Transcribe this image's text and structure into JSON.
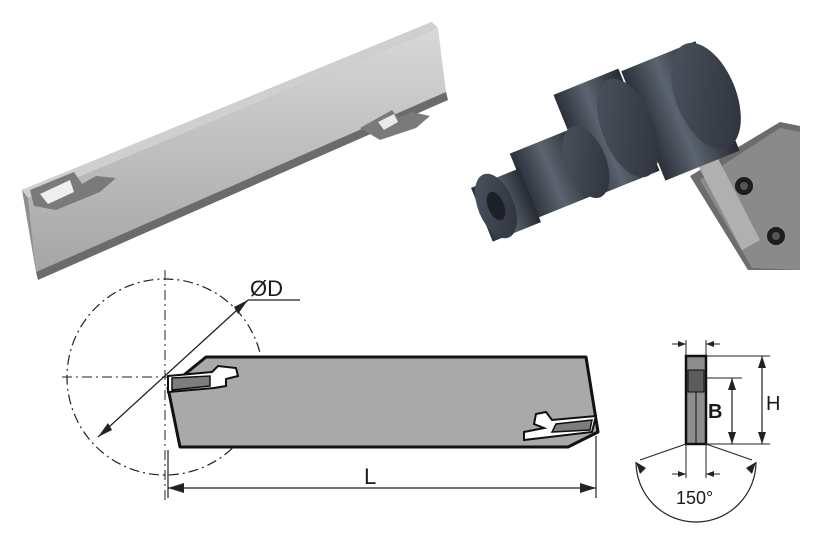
{
  "labels": {
    "diameter": "ØD",
    "length": "L",
    "width": "B",
    "height": "H",
    "angle": "150°"
  },
  "colors": {
    "blade_light": "#c9c9c9",
    "blade_mid": "#9a9a9a",
    "blade_dark": "#6e6e6e",
    "workpiece": "#3f4652",
    "outline": "#111111"
  },
  "icons": [
    "3d-blade-illustration",
    "3d-parting-operation-illustration"
  ]
}
